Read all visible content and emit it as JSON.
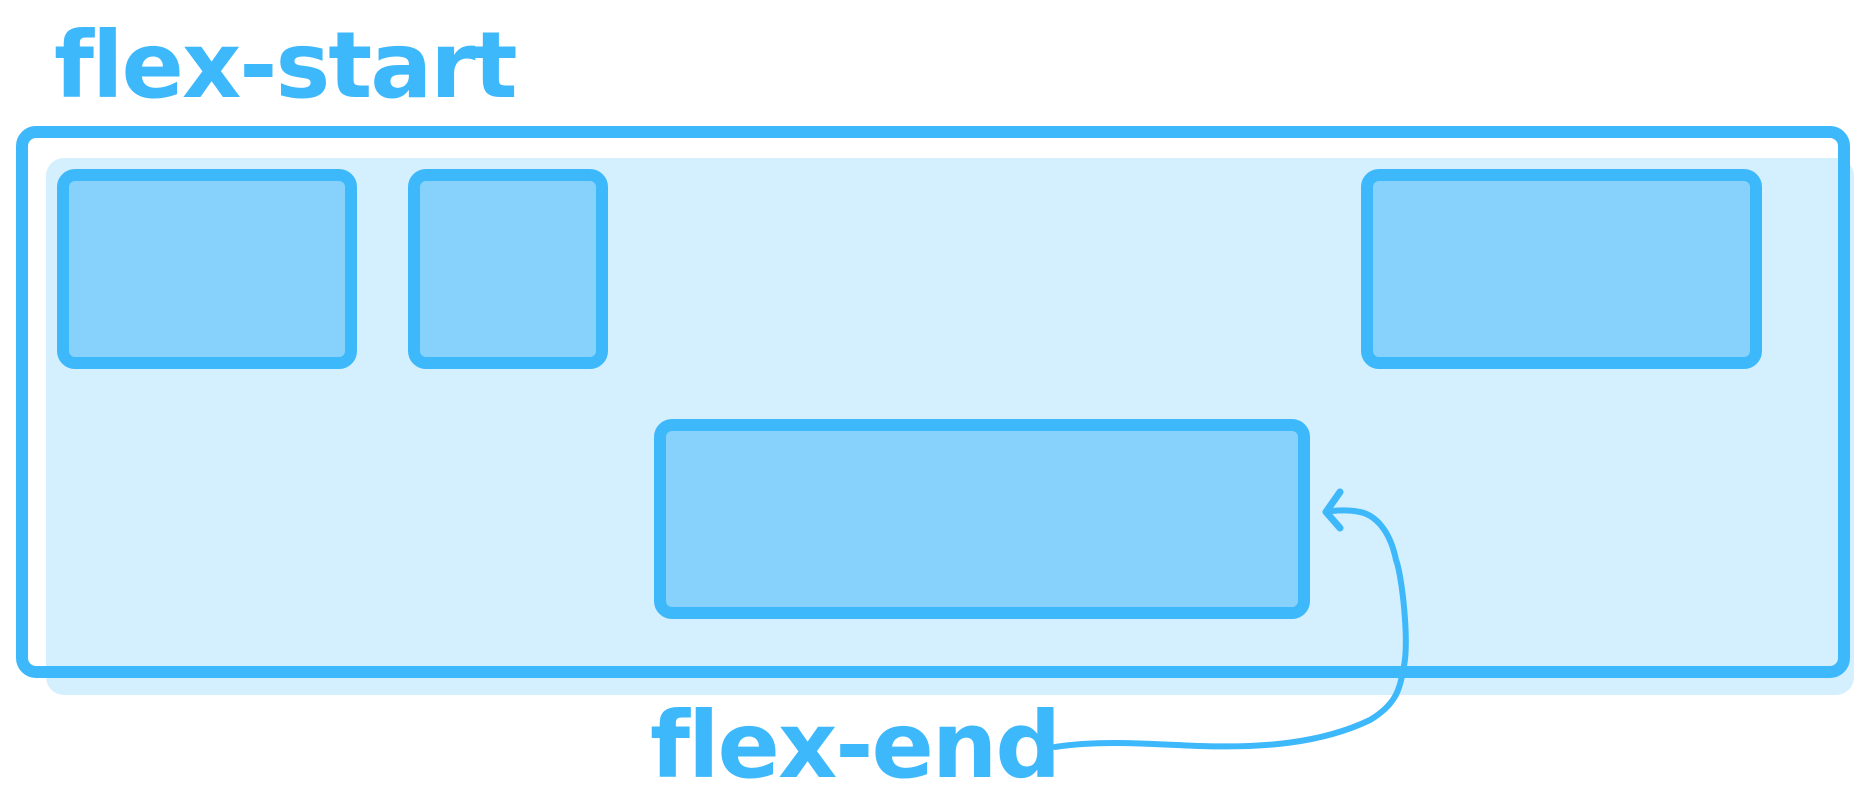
{
  "labels": {
    "top": "flex-start",
    "bottom": "flex-end"
  },
  "colors": {
    "accent": "#3db8fb",
    "item_fill": "#86d2fd",
    "container_fill": "#d4effd",
    "background": "#ffffff"
  },
  "items": [
    {
      "alignment": "flex-start"
    },
    {
      "alignment": "flex-start"
    },
    {
      "alignment": "flex-start"
    },
    {
      "alignment": "flex-end"
    }
  ]
}
